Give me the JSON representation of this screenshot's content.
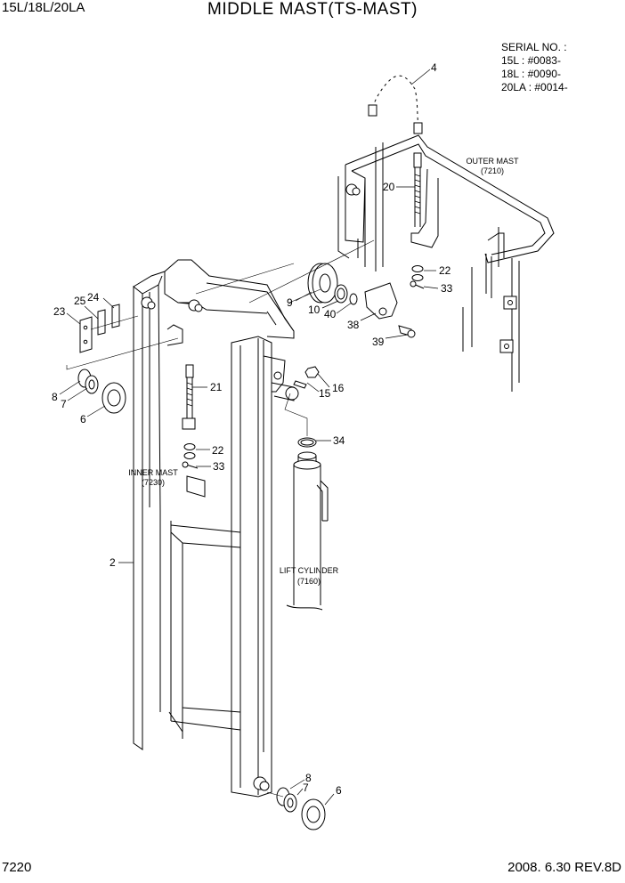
{
  "header": {
    "model": "15L/18L/20LA",
    "title": "MIDDLE MAST(TS-MAST)"
  },
  "serial": {
    "label": "SERIAL NO. :",
    "lines": [
      "15L : #0083-",
      "18L : #0090-",
      "20LA : #0014-"
    ]
  },
  "footer": {
    "page": "7220",
    "date_rev": "2008. 6.30  REV.8D"
  },
  "notes": {
    "outer_mast": "OUTER MAST",
    "outer_mast_no": "(7210)",
    "inner_mast": "INNER MAST",
    "inner_mast_no": "(7230)",
    "lift_cylinder": "LIFT CYLINDER",
    "lift_cylinder_no": "(7160)"
  },
  "callouts": {
    "c4": "4",
    "c20": "20",
    "c22a": "22",
    "c33a": "33",
    "c9": "9",
    "c10": "10",
    "c40": "40",
    "c38": "38",
    "c39": "39",
    "c25": "25",
    "c24": "24",
    "c23": "23",
    "c8a": "8",
    "c7a": "7",
    "c6a": "6",
    "c21": "21",
    "c22b": "22",
    "c33b": "33",
    "c15": "15",
    "c16": "16",
    "c34": "34",
    "c2": "2",
    "c8b": "8",
    "c7b": "7",
    "c6b": "6"
  }
}
